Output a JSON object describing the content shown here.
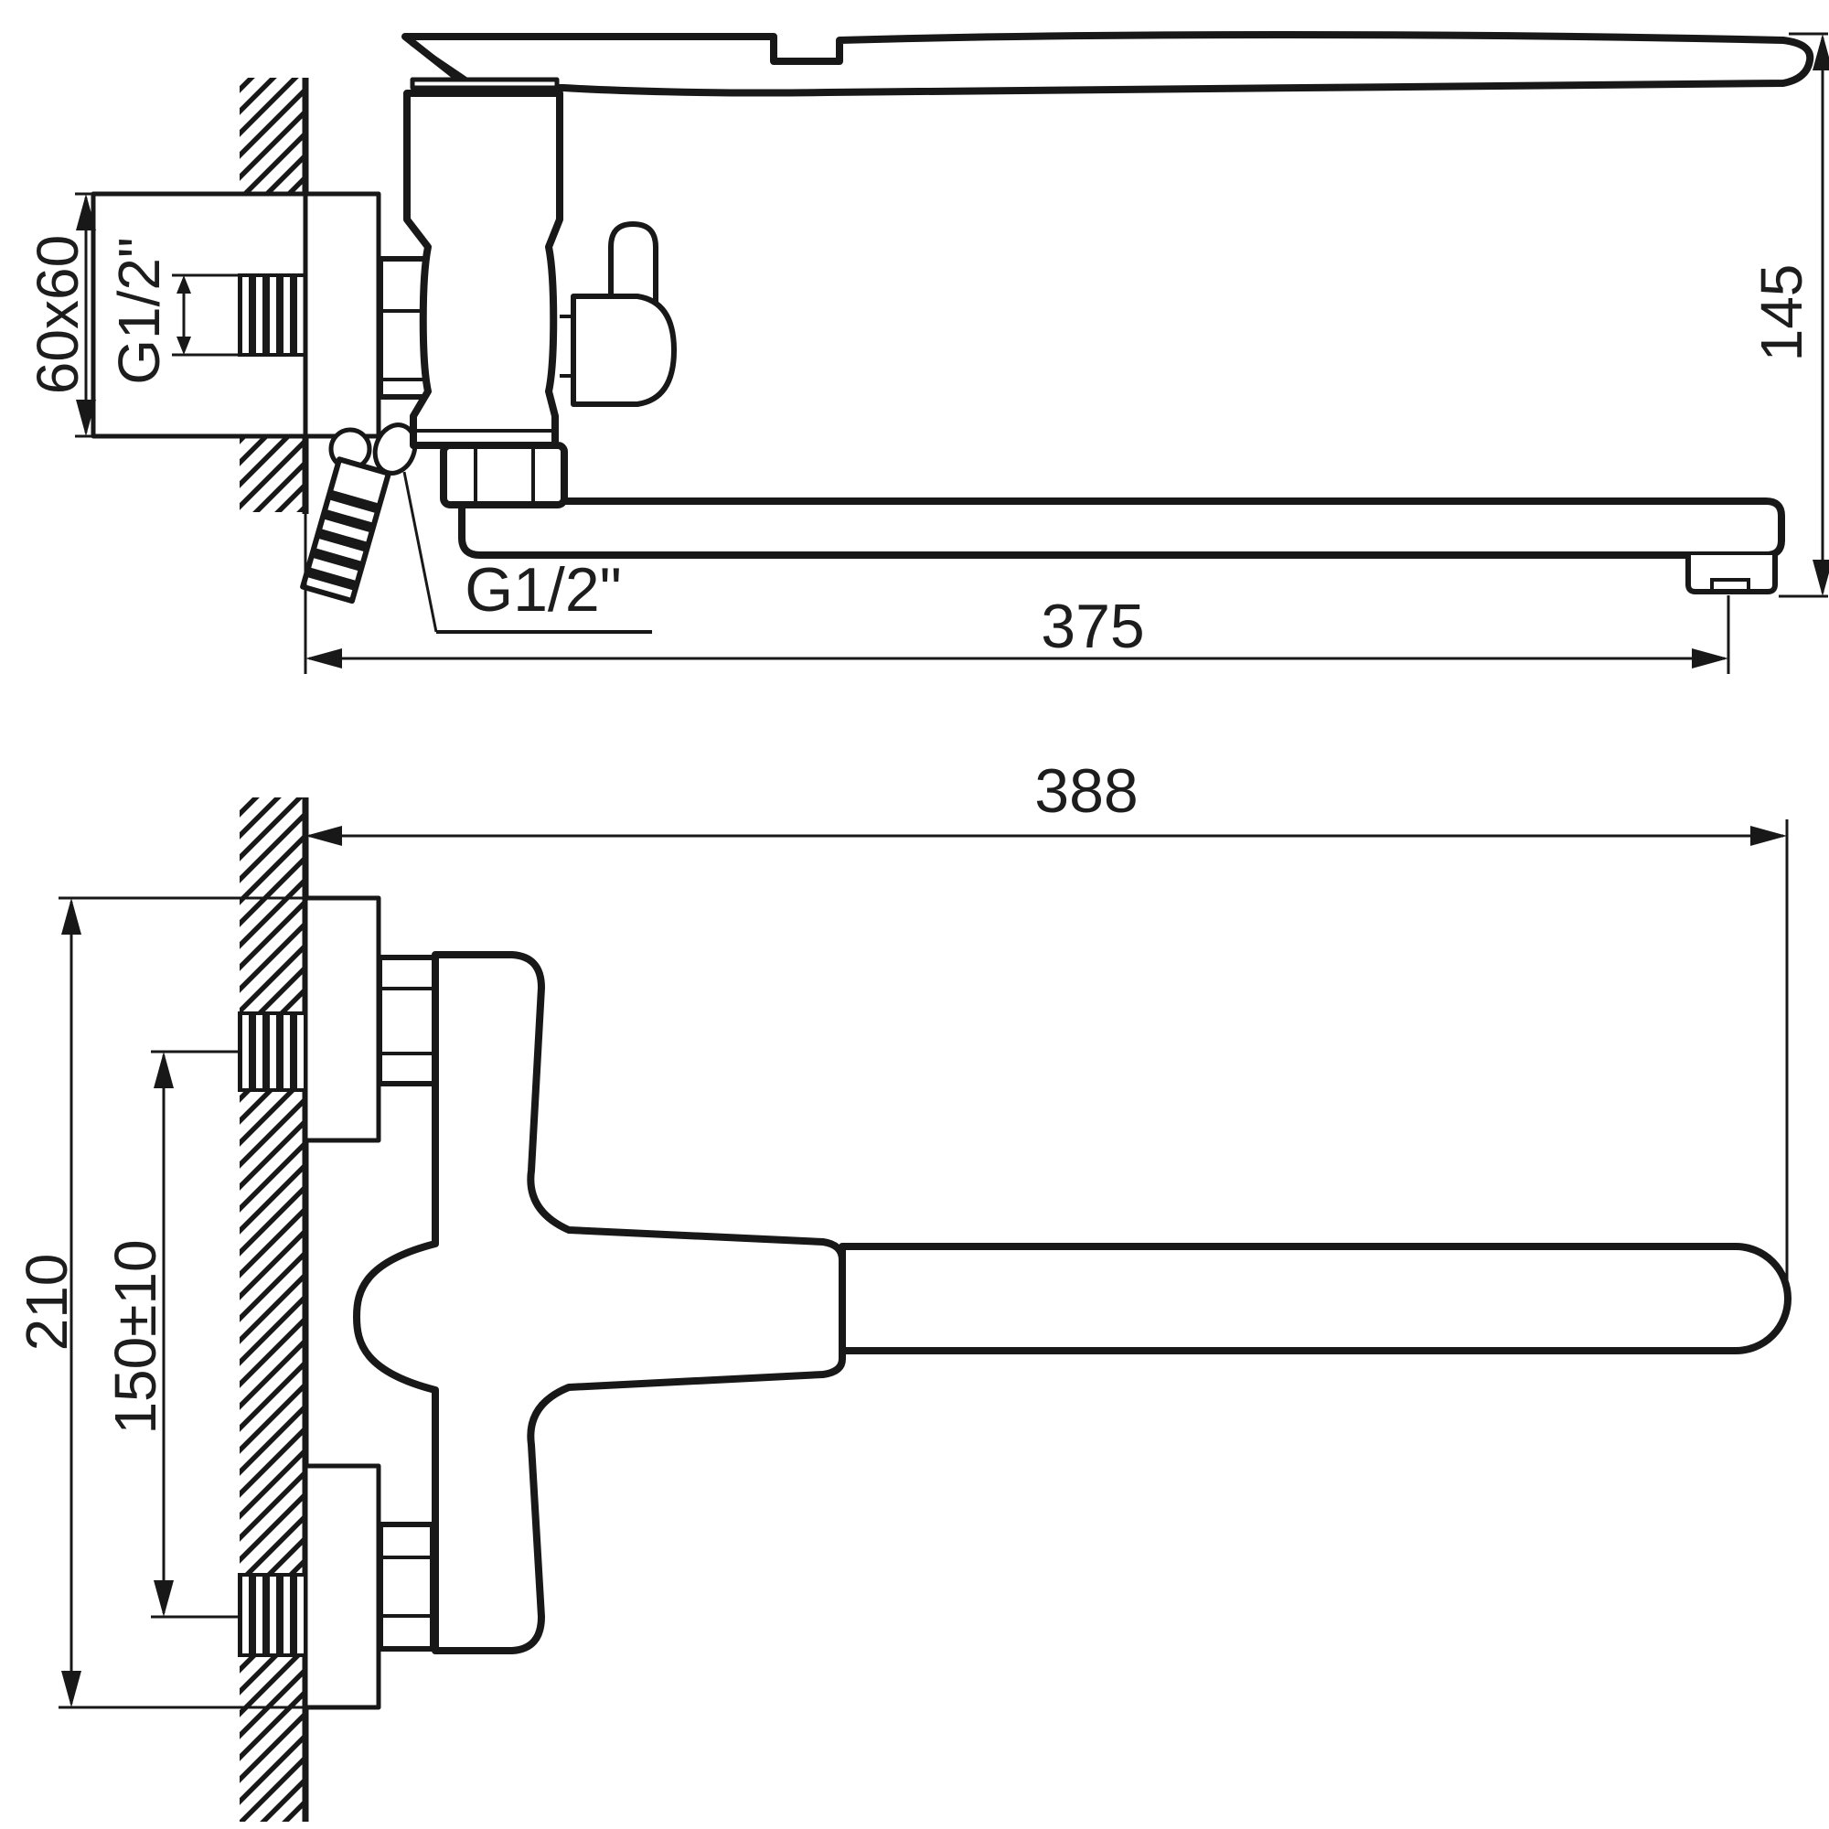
{
  "drawing": {
    "type": "technical-drawing",
    "subject": "wall-mounted bath mixer faucet with long swivel spout, two orthographic views",
    "background": "#ffffff",
    "line_color": "#181818",
    "views": {
      "side_view": {
        "labels": {
          "escutcheon_size": "60x60",
          "wall_inlet_thread": "G1/2\"",
          "shower_hose_thread": "G1/2\"",
          "spout_reach": "375",
          "spout_height": "145"
        }
      },
      "plan_view": {
        "labels": {
          "overall_projection": "388",
          "body_overall_span": "210",
          "connection_spacing": "150±10"
        }
      }
    }
  }
}
